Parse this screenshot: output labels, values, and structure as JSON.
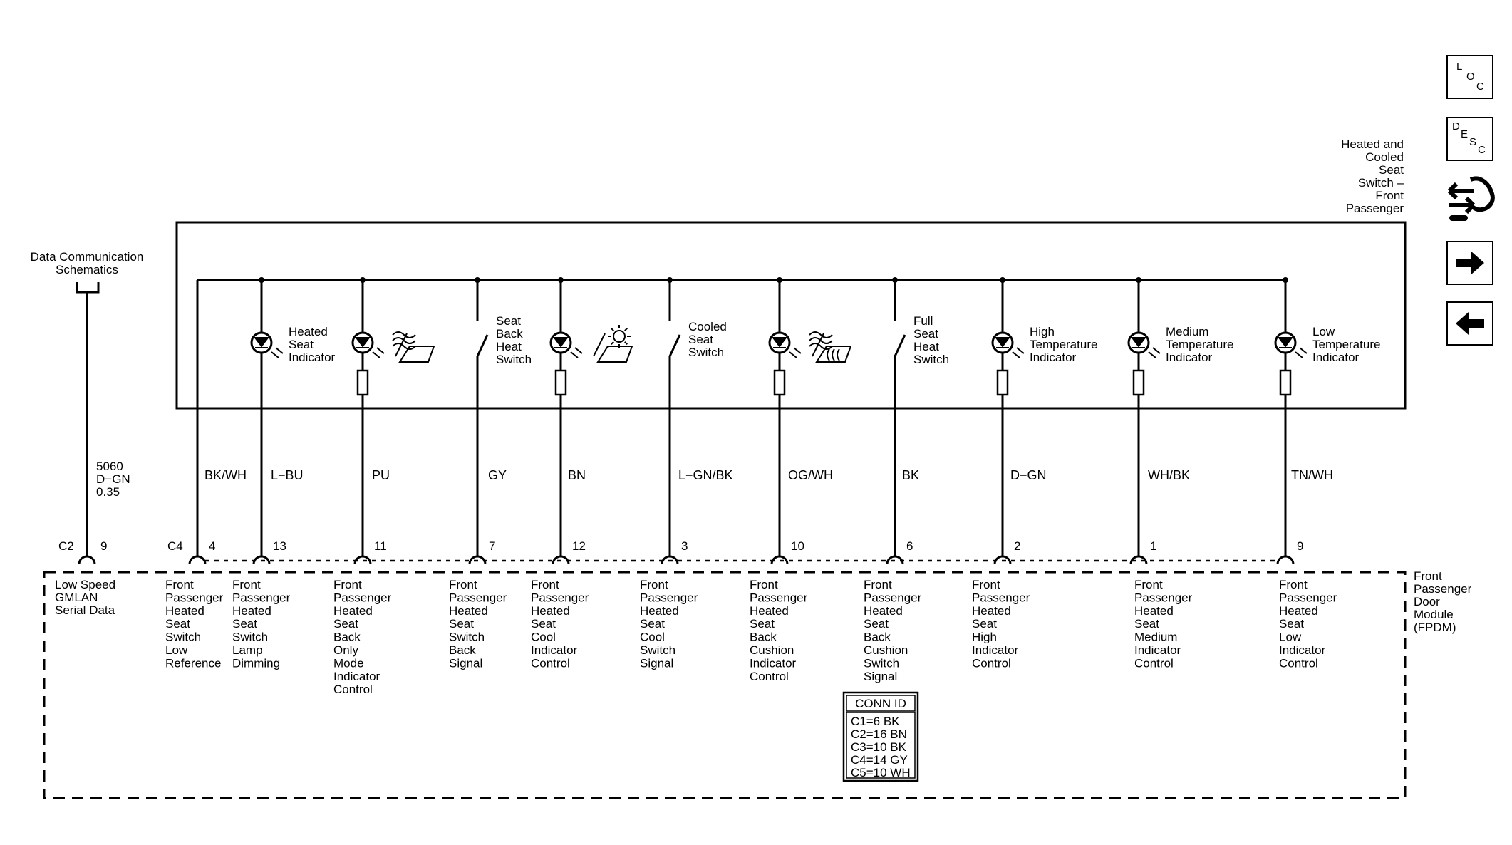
{
  "left_ref": {
    "title_lines": [
      "Data Communication",
      "Schematics"
    ],
    "circuit_lines": [
      "5060",
      "D−GN",
      "0.35"
    ],
    "connector": "C2",
    "pin": "9",
    "module_lines": [
      "Low Speed",
      "GMLAN",
      "Serial Data"
    ]
  },
  "switch_component": {
    "name_lines": [
      "Heated and",
      "Cooled",
      "Seat",
      "Switch –",
      "Front",
      "Passenger"
    ]
  },
  "module": {
    "name_lines": [
      "Front",
      "Passenger",
      "Door",
      "Module",
      "(FPDM)"
    ]
  },
  "connector_main": "C4",
  "components": [
    {
      "kind": "lamp",
      "label_lines": [
        "Heated",
        "Seat",
        "Indicator"
      ],
      "icon": "none"
    },
    {
      "kind": "lamp",
      "label_lines": [],
      "icon": "seat-back-heat-icon"
    },
    {
      "kind": "switch",
      "label_lines": [
        "Seat",
        "Back",
        "Heat",
        "Switch"
      ],
      "icon": "none"
    },
    {
      "kind": "lamp",
      "label_lines": [],
      "icon": "seat-cool-icon"
    },
    {
      "kind": "switch",
      "label_lines": [
        "Cooled",
        "Seat",
        "Switch"
      ],
      "icon": "none"
    },
    {
      "kind": "lamp",
      "label_lines": [],
      "icon": "seat-full-heat-icon"
    },
    {
      "kind": "switch",
      "label_lines": [
        "Full",
        "Seat",
        "Heat",
        "Switch"
      ],
      "icon": "none"
    },
    {
      "kind": "lamp",
      "label_lines": [
        "High",
        "Temperature",
        "Indicator"
      ],
      "icon": "none"
    },
    {
      "kind": "lamp",
      "label_lines": [
        "Medium",
        "Temperature",
        "Indicator"
      ],
      "icon": "none"
    },
    {
      "kind": "lamp",
      "label_lines": [
        "Low",
        "Temperature",
        "Indicator"
      ],
      "icon": "none"
    }
  ],
  "wires": [
    {
      "color": "BK/WH",
      "pin": "4",
      "func_lines": [
        "Front",
        "Passenger",
        "Heated",
        "Seat",
        "Switch",
        "Low",
        "Reference"
      ]
    },
    {
      "color": "L−BU",
      "pin": "13",
      "func_lines": [
        "Front",
        "Passenger",
        "Heated",
        "Seat",
        "Switch",
        "Lamp",
        "Dimming"
      ]
    },
    {
      "color": "PU",
      "pin": "11",
      "func_lines": [
        "Front",
        "Passenger",
        "Heated",
        "Seat",
        "Back",
        "Only",
        "Mode",
        "Indicator",
        "Control"
      ]
    },
    {
      "color": "GY",
      "pin": "7",
      "func_lines": [
        "Front",
        "Passenger",
        "Heated",
        "Seat",
        "Switch",
        "Back",
        "Signal"
      ]
    },
    {
      "color": "BN",
      "pin": "12",
      "func_lines": [
        "Front",
        "Passenger",
        "Heated",
        "Seat",
        "Cool",
        "Indicator",
        "Control"
      ]
    },
    {
      "color": "L−GN/BK",
      "pin": "3",
      "func_lines": [
        "Front",
        "Passenger",
        "Heated",
        "Seat",
        "Cool",
        "Switch",
        "Signal"
      ]
    },
    {
      "color": "OG/WH",
      "pin": "10",
      "func_lines": [
        "Front",
        "Passenger",
        "Heated",
        "Seat",
        "Back",
        "Cushion",
        "Indicator",
        "Control"
      ]
    },
    {
      "color": "BK",
      "pin": "6",
      "func_lines": [
        "Front",
        "Passenger",
        "Heated",
        "Seat",
        "Back",
        "Cushion",
        "Switch",
        "Signal"
      ]
    },
    {
      "color": "D−GN",
      "pin": "2",
      "func_lines": [
        "Front",
        "Passenger",
        "Heated",
        "Seat",
        "High",
        "Indicator",
        "Control"
      ]
    },
    {
      "color": "WH/BK",
      "pin": "1",
      "func_lines": [
        "Front",
        "Passenger",
        "Heated",
        "Seat",
        "Medium",
        "Indicator",
        "Control"
      ]
    },
    {
      "color": "TN/WH",
      "pin": "9",
      "func_lines": [
        "Front",
        "Passenger",
        "Heated",
        "Seat",
        "Low",
        "Indicator",
        "Control"
      ]
    }
  ],
  "conn_id": {
    "title": "CONN ID",
    "rows": [
      "C1=6 BK",
      "C2=16 BN",
      "C3=10 BK",
      "C4=14 GY",
      "C5=10 WH"
    ]
  },
  "nav": {
    "loc": {
      "l1": "L",
      "l2": "O",
      "l3": "C"
    },
    "desc": {
      "l1": "D",
      "l2": "E",
      "l3": "S",
      "l4": "C"
    },
    "icons": [
      "connector-end-view-icon",
      "arrow-right-icon",
      "arrow-left-icon"
    ]
  }
}
